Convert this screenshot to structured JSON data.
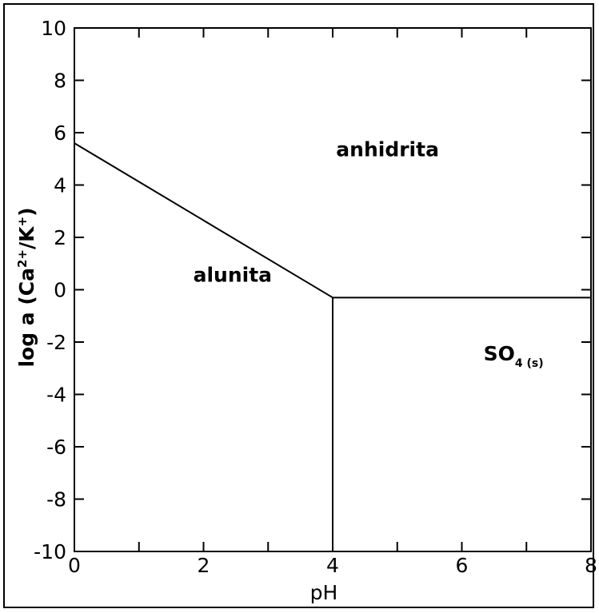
{
  "chart_data": {
    "type": "line",
    "xlabel": "pH",
    "ylabel": {
      "prefix": "log a (Ca",
      "sup1": "2+",
      "middle": "/K",
      "sup2": "+",
      "suffix": ")"
    },
    "xlim": [
      0,
      8
    ],
    "ylim": [
      -10,
      10
    ],
    "x_ticks": [
      "0",
      "2",
      "4",
      "6",
      "8"
    ],
    "y_ticks": [
      "10",
      "8",
      "6",
      "4",
      "2",
      "0",
      "-2",
      "-4",
      "-6",
      "-8",
      "-10"
    ],
    "grid": false,
    "boundaries": [
      {
        "points": [
          [
            0,
            5.6
          ],
          [
            4,
            -0.3
          ]
        ]
      },
      {
        "points": [
          [
            4,
            -0.3
          ],
          [
            8,
            -0.3
          ]
        ]
      },
      {
        "points": [
          [
            4,
            -0.3
          ],
          [
            4,
            -10
          ]
        ]
      }
    ],
    "regions": [
      {
        "label": "anhidrita",
        "x": 4.85,
        "y": 5.1
      },
      {
        "label": "alunita",
        "x": 2.45,
        "y": 0.3
      },
      {
        "label": "SO",
        "subscript": "4 (s)",
        "x": 6.8,
        "y": -2.7
      }
    ]
  }
}
